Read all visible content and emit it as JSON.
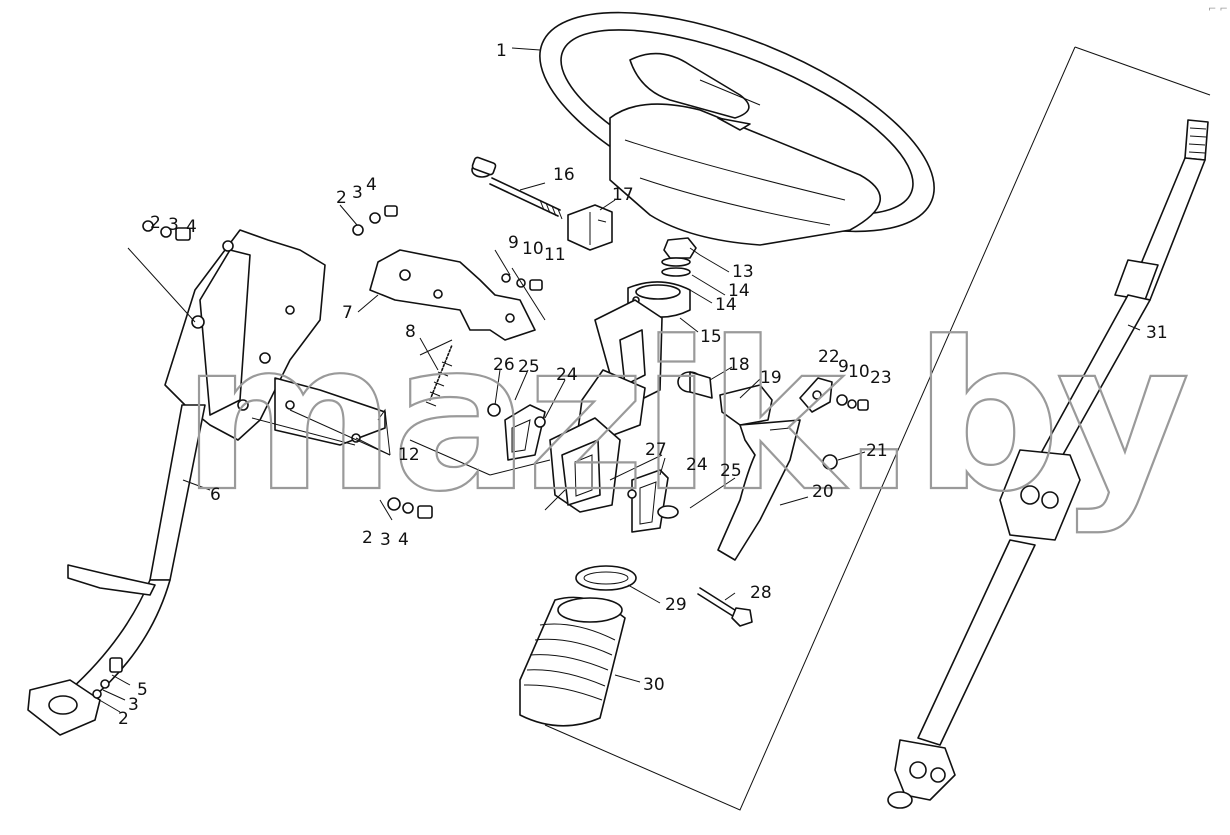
{
  "watermark": "mazik.by",
  "corner_mark": "⌐ ⌐",
  "callouts": {
    "c1": "1",
    "c2a": "2",
    "c3a": "3",
    "c4a": "4",
    "c2b": "2",
    "c3b": "3",
    "c4b": "4",
    "c2c": "2",
    "c3c": "3",
    "c4c": "4",
    "c2d": "2",
    "c3d": "3",
    "c5": "5",
    "c6": "6",
    "c7": "7",
    "c8": "8",
    "c9a": "9",
    "c10a": "10",
    "c11": "11",
    "c12": "12",
    "c13": "13",
    "c14a": "14",
    "c14b": "14",
    "c15": "15",
    "c16": "16",
    "c17": "17",
    "c18": "18",
    "c19": "19",
    "c20": "20",
    "c21": "21",
    "c22": "22",
    "c9b": "9",
    "c10b": "10",
    "c23": "23",
    "c24a": "24",
    "c24b": "24",
    "c25a": "25",
    "c25b": "25",
    "c26": "26",
    "c27": "27",
    "c28": "28",
    "c29": "29",
    "c30": "30",
    "c31": "31"
  }
}
